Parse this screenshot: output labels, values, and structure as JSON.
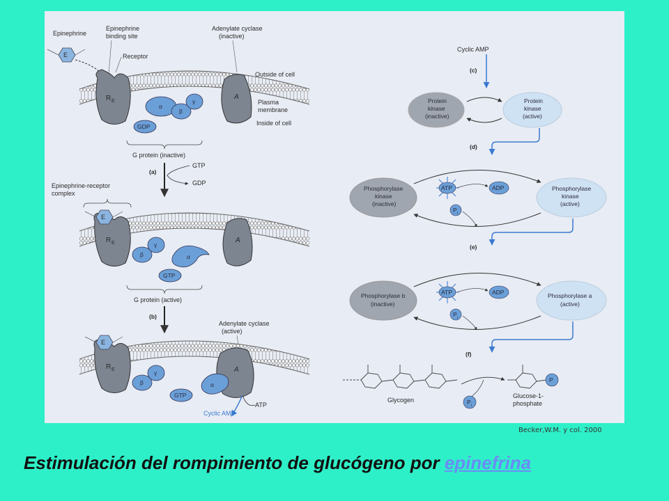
{
  "labels": {
    "epinephrine": "Epinephrine",
    "e": "E",
    "binding_site_1": "Epinephrine",
    "binding_site_2": "binding site",
    "receptor": "Receptor",
    "adenylate_1": "Adenylate cyclase",
    "adenylate_inactive": "(inactive)",
    "outside": "Outside of cell",
    "plasma_1": "Plasma",
    "plasma_2": "membrane",
    "inside": "Inside of cell",
    "re": "R",
    "re_sub": "E",
    "a": "A",
    "alpha": "α",
    "beta": "β",
    "gamma": "γ",
    "gdp": "GDP",
    "gtp": "GTP",
    "g_inactive": "G protein (inactive)",
    "step_a": "(a)",
    "gtp_in": "GTP",
    "gdp_out": "GDP",
    "complex_1": "Epinephrine-receptor",
    "complex_2": "complex",
    "g_active": "G protein (active)",
    "step_b": "(b)",
    "adenylate_active": "(active)",
    "atp": "ATP",
    "cyclic_amp": "Cyclic AMP",
    "cyclic_amp_top": "Cyclic AMP",
    "step_c": "(c)",
    "pk_inactive_1": "Protein",
    "pk_inactive_2": "kinase",
    "pk_inactive_3": "(inactive)",
    "pk_active_1": "Protein",
    "pk_active_2": "kinase",
    "pk_active_3": "(active)",
    "step_d": "(d)",
    "phk_inactive_1": "Phosphorylase",
    "phk_inactive_2": "kinase",
    "phk_inactive_3": "(inactive)",
    "phk_active_1": "Phosphorylase",
    "phk_active_2": "kinase",
    "phk_active_3": "(active)",
    "atp_d": "ATP",
    "adp_d": "ADP",
    "pi_d": "P",
    "pi_sub": "i",
    "step_e": "(e)",
    "phb_1": "Phosphorylase b",
    "phb_2": "(inactive)",
    "pha_1": "Phosphorylase a",
    "pha_2": "(active)",
    "atp_e": "ATP",
    "adp_e": "ADP",
    "pi_e": "P",
    "step_f": "(f)",
    "glycogen": "Glycogen",
    "pi_f": "P",
    "glucose_1": "Glucose-1-",
    "glucose_2": "phosphate",
    "p": "P"
  },
  "credit": "Becker,W.M. y col. 2000",
  "caption": {
    "text": "Estimulación del rompimiento de glucógeno por ",
    "link": "epinefrina"
  },
  "colors": {
    "background": "#2ef0c8",
    "panel": "#e8ecf4",
    "protein_blue": "#6b9fd8",
    "protein_grey": "#7d8591",
    "arrow_blue": "#3a7ad0",
    "link": "#6a8cf4"
  }
}
